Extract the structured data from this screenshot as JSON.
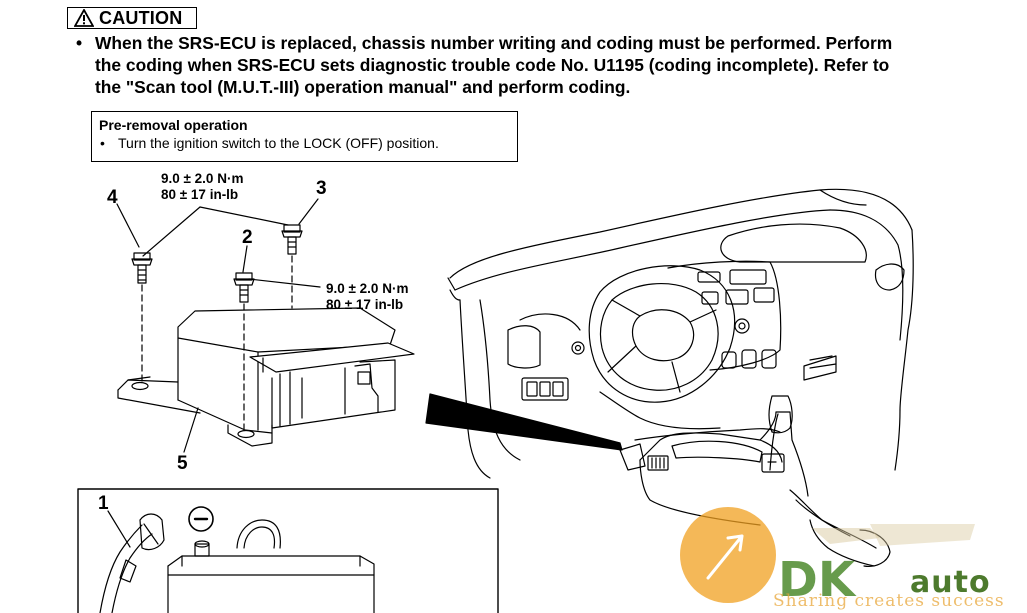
{
  "caution": {
    "title": "CAUTION",
    "bullet": "•",
    "text_line1": "When the SRS-ECU is replaced, chassis number writing and coding must be performed. Perform",
    "text_line2": "the coding when SRS-ECU sets diagnostic trouble code No. U1195 (coding incomplete). Refer to",
    "text_line3": "the \"Scan tool (M.U.T.-III) operation manual\" and perform coding."
  },
  "pre_removal": {
    "title": "Pre-removal operation",
    "bullet": "•",
    "item": "Turn the ignition switch to the LOCK (OFF) position."
  },
  "torque_top": {
    "line1": "9.0 ± 2.0 N·m",
    "line2": "80 ± 17 in-lb"
  },
  "torque_right": {
    "line1": "9.0 ± 2.0 N·m",
    "line2": "80 ± 17 in-lb"
  },
  "callouts": {
    "c1": "1",
    "c2": "2",
    "c3": "3",
    "c4": "4",
    "c5": "5"
  },
  "watermark": {
    "brand": "DK",
    "suffix": "auto",
    "tagline": "Sharing creates success"
  },
  "colors": {
    "watermark_orange": "#f0a020",
    "watermark_green": "#4d8a2d",
    "line": "#000000"
  },
  "icons": {
    "caution": "warning-triangle-icon",
    "battery_negative": "minus-circle-icon"
  }
}
